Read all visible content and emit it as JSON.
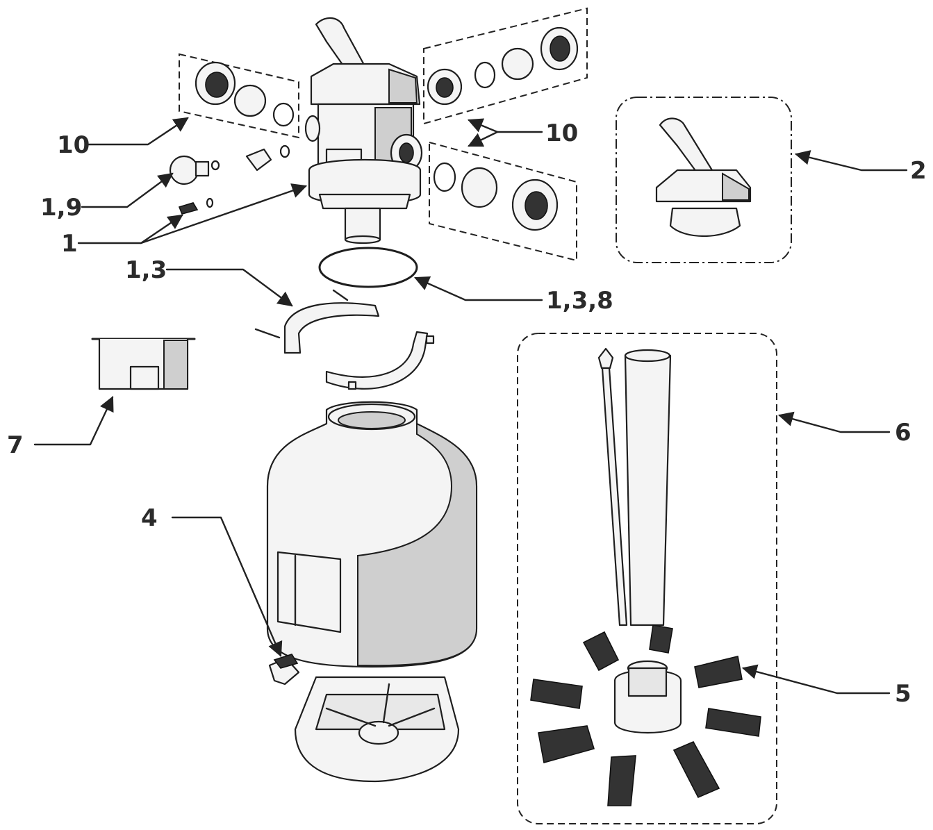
{
  "callouts": [
    {
      "id": "c10a",
      "text": "10"
    },
    {
      "id": "c10b",
      "text": "10"
    },
    {
      "id": "c2",
      "text": "2"
    },
    {
      "id": "c19",
      "text": "1,9"
    },
    {
      "id": "c1",
      "text": "1"
    },
    {
      "id": "c13",
      "text": "1,3"
    },
    {
      "id": "c138",
      "text": "1,3,8"
    },
    {
      "id": "c7",
      "text": "7"
    },
    {
      "id": "c6",
      "text": "6"
    },
    {
      "id": "c4",
      "text": "4"
    },
    {
      "id": "c5",
      "text": "5"
    }
  ]
}
